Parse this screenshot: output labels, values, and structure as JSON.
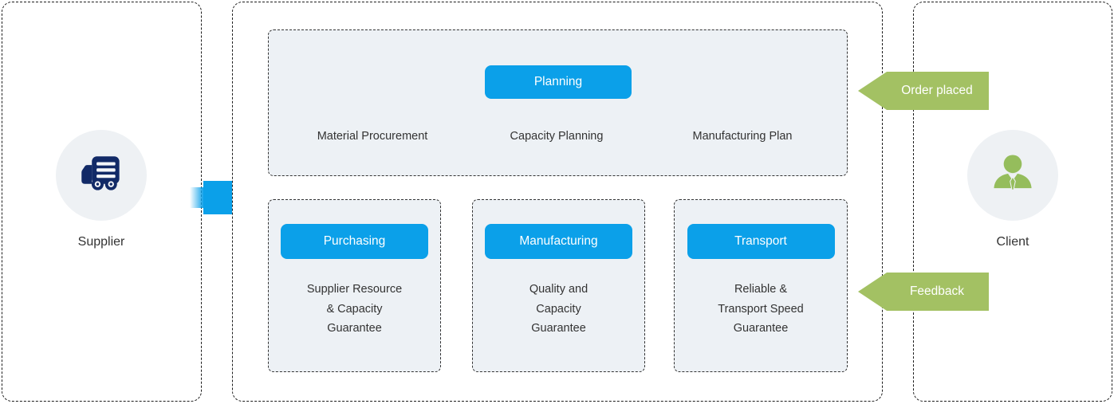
{
  "colors": {
    "accent_blue": "#0ba0e9",
    "banner_green": "#a3c163",
    "person_green": "#95bd5c",
    "truck_navy": "#122a67",
    "box_background": "#edf1f5",
    "text": "#333333"
  },
  "supplier": {
    "label": "Supplier",
    "icon": "truck-icon"
  },
  "client": {
    "label": "Client",
    "icon": "person-icon"
  },
  "flow": {
    "supplier_to_process": "right-arrow-icon"
  },
  "banners": {
    "order_placed": "Order placed",
    "feedback": "Feedback"
  },
  "planning": {
    "button": "Planning",
    "items": [
      "Material Procurement",
      "Capacity Planning",
      "Manufacturing Plan"
    ]
  },
  "process_boxes": [
    {
      "button": "Purchasing",
      "lines": [
        "Supplier Resource",
        "& Capacity",
        "Guarantee"
      ]
    },
    {
      "button": "Manufacturing",
      "lines": [
        "Quality and",
        "Capacity",
        "Guarantee"
      ]
    },
    {
      "button": "Transport",
      "lines": [
        "Reliable &",
        "Transport Speed",
        "Guarantee"
      ]
    }
  ]
}
